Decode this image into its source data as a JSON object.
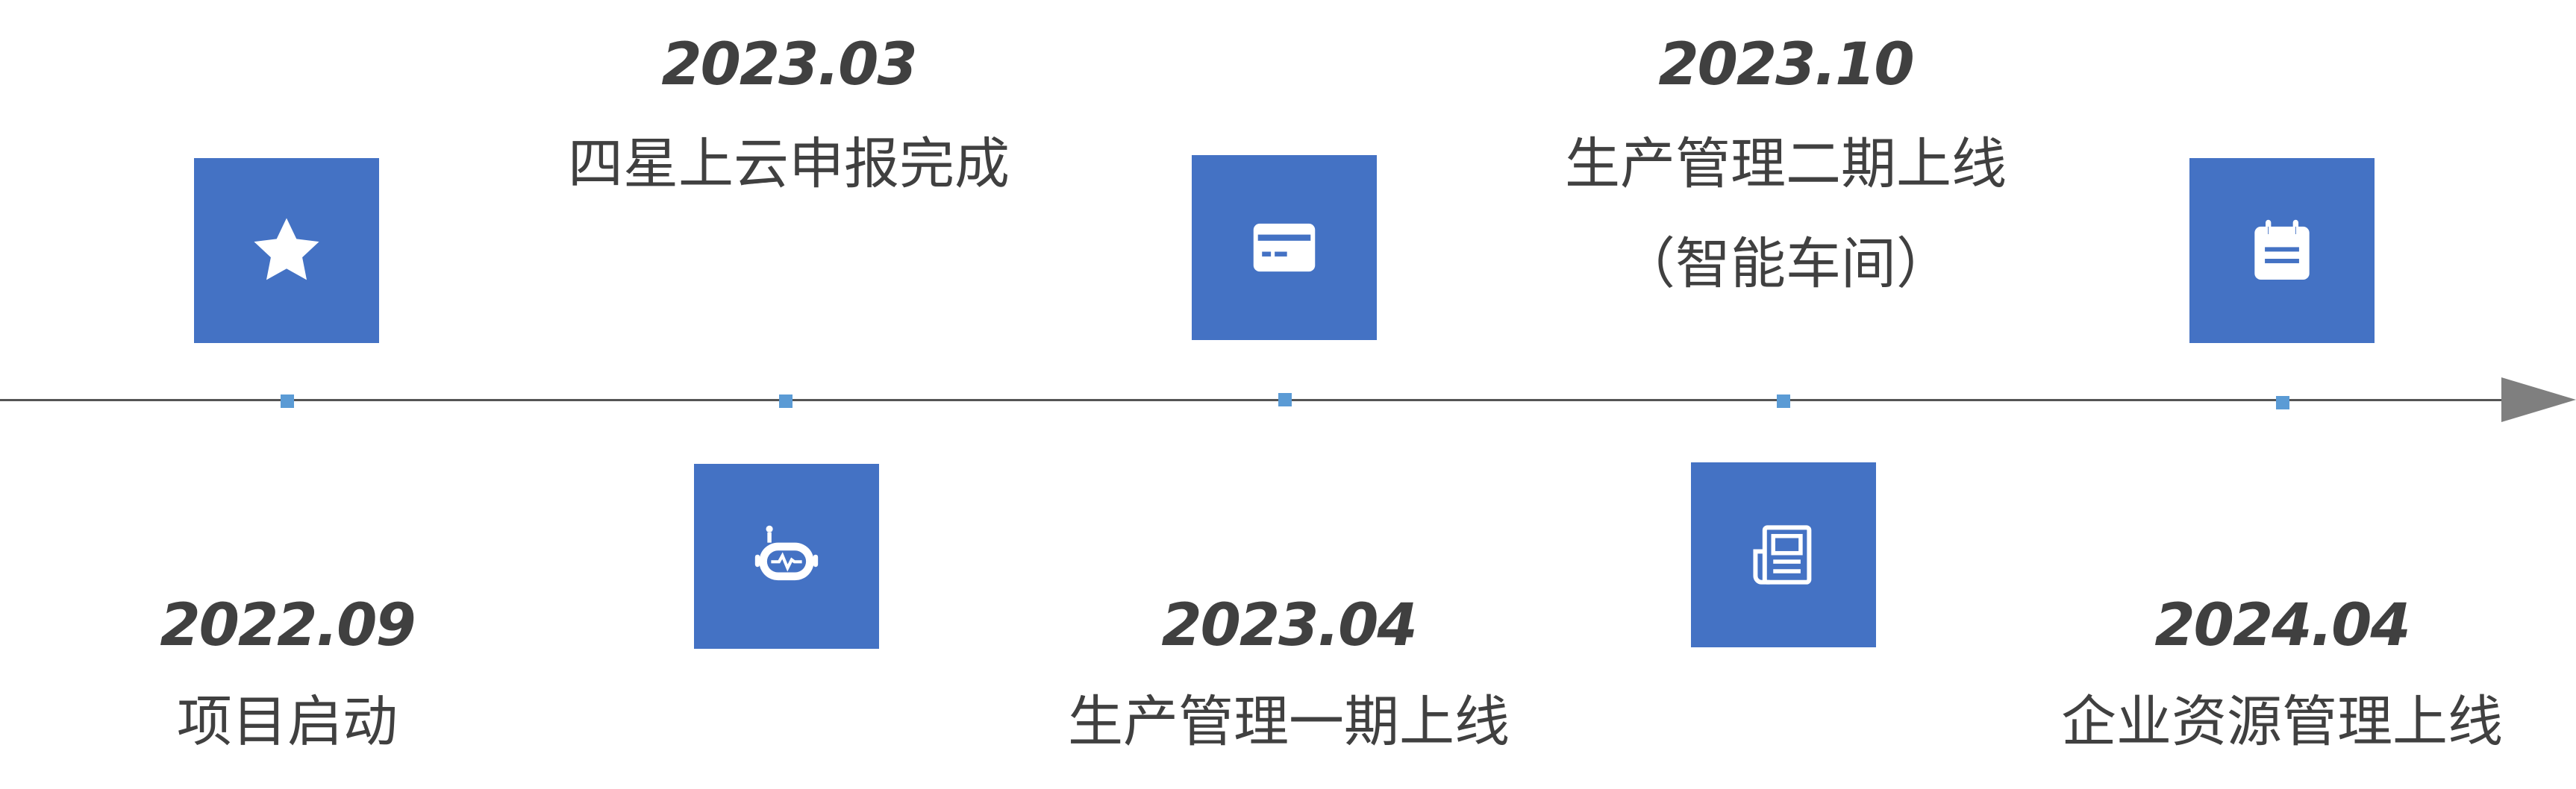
{
  "colors": {
    "icon_box": "#4472c4",
    "axis": "#555555",
    "arrow": "#7f7f7f",
    "tick": "#5b9bd5",
    "text": "#404040"
  },
  "milestones": [
    {
      "date": "2022.09",
      "label": "项目启动",
      "icon": "star-icon"
    },
    {
      "date": "2023.03",
      "label": "四星上云申报完成",
      "icon": "robot-icon"
    },
    {
      "date": "2023.04",
      "label": "生产管理一期上线",
      "icon": "card-icon"
    },
    {
      "date": "2023.10",
      "label": "生产管理二期上线",
      "sublabel": "（智能车间）",
      "icon": "document-icon"
    },
    {
      "date": "2024.04",
      "label": "企业资源管理上线",
      "icon": "notepad-icon"
    }
  ]
}
